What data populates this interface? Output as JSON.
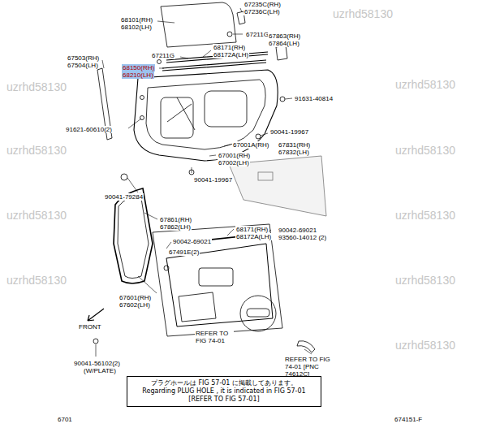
{
  "diagram": {
    "nodes": [
      {
        "text": [
          "プラグホールは FIG 57-01 に掲載してあります。",
          "Regarding PLUG HOLE , it is indicated in FIG 57-01",
          "[REFER TO FIG 57-01]"
        ]
      }
    ],
    "labels": [
      "68101(RH)",
      "68102(LH)",
      "67235C(RH)",
      "67236C(LH)",
      "67211G",
      "67863(RH)",
      "67864(LH)",
      "67503(RH)",
      "67504(LH)",
      "67211G",
      "68150(RH)",
      "68210(LH)",
      "68171(RH)",
      "68172A(LH)",
      "91631-40814",
      "91621-60610(2)",
      "90041-19967",
      "67001A(RH)",
      "67831(RH)",
      "67832(LH)",
      "67001(RH)",
      "67002(LH)",
      "90041-19967",
      "90041-79284",
      "67861(RH)",
      "67862(LH)",
      "68171(RH)",
      "68172A(LH)",
      "90042-69021",
      "93560-14012 (2)",
      "90042-69021",
      "67491E(2)",
      "67601(RH)",
      "67602(LH)",
      "FRONT",
      "REFER TO FIG 74-01",
      "90041-56102(2)",
      "(W/PLATE)",
      "REFER TO FIG 74-01 [PNC 74612C]",
      "6701",
      "674151-F",
      "uzrhd58130",
      "uzrhd58130",
      "uzrhd58130",
      "uzrhd58130",
      "uzrhd58130",
      "uzrhd58130",
      "uzrhd58130",
      "uzrhd58130",
      "uzrhd58130",
      "uzrhd58130"
    ]
  }
}
